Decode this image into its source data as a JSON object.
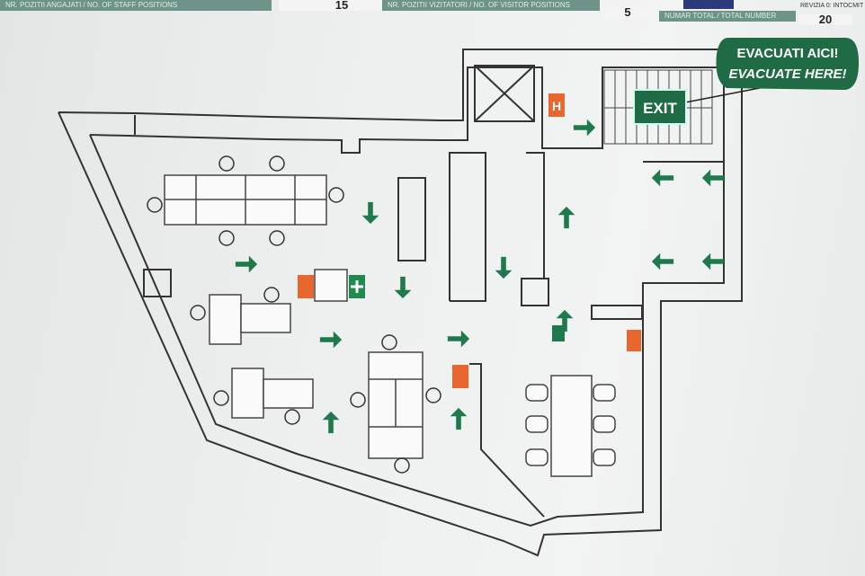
{
  "header": {
    "staff_label": "NR. POZITII ANGAJATI / NO. OF STAFF POSITIONS",
    "staff_value": "15",
    "visitor_label": "NR. POZITII VIZITATORI / NO. OF VISITOR POSITIONS",
    "visitor_value": "5",
    "total_label": "NUMAR TOTAL / TOTAL NUMBER",
    "total_value": "20",
    "revision": "REVIZIA 0: INTOCMIT"
  },
  "plan": {
    "callout_line1": "EVACUATI AICI!",
    "callout_line2": "EVACUATE HERE!",
    "exit_sign": "EXIT",
    "hydrant_letter": "H"
  },
  "colors": {
    "arrow": "#1e7a4c",
    "sign_green": "#1f6b45",
    "extinguisher": "#e8672e",
    "wall": "#333333",
    "header_band": "#6e948a"
  }
}
